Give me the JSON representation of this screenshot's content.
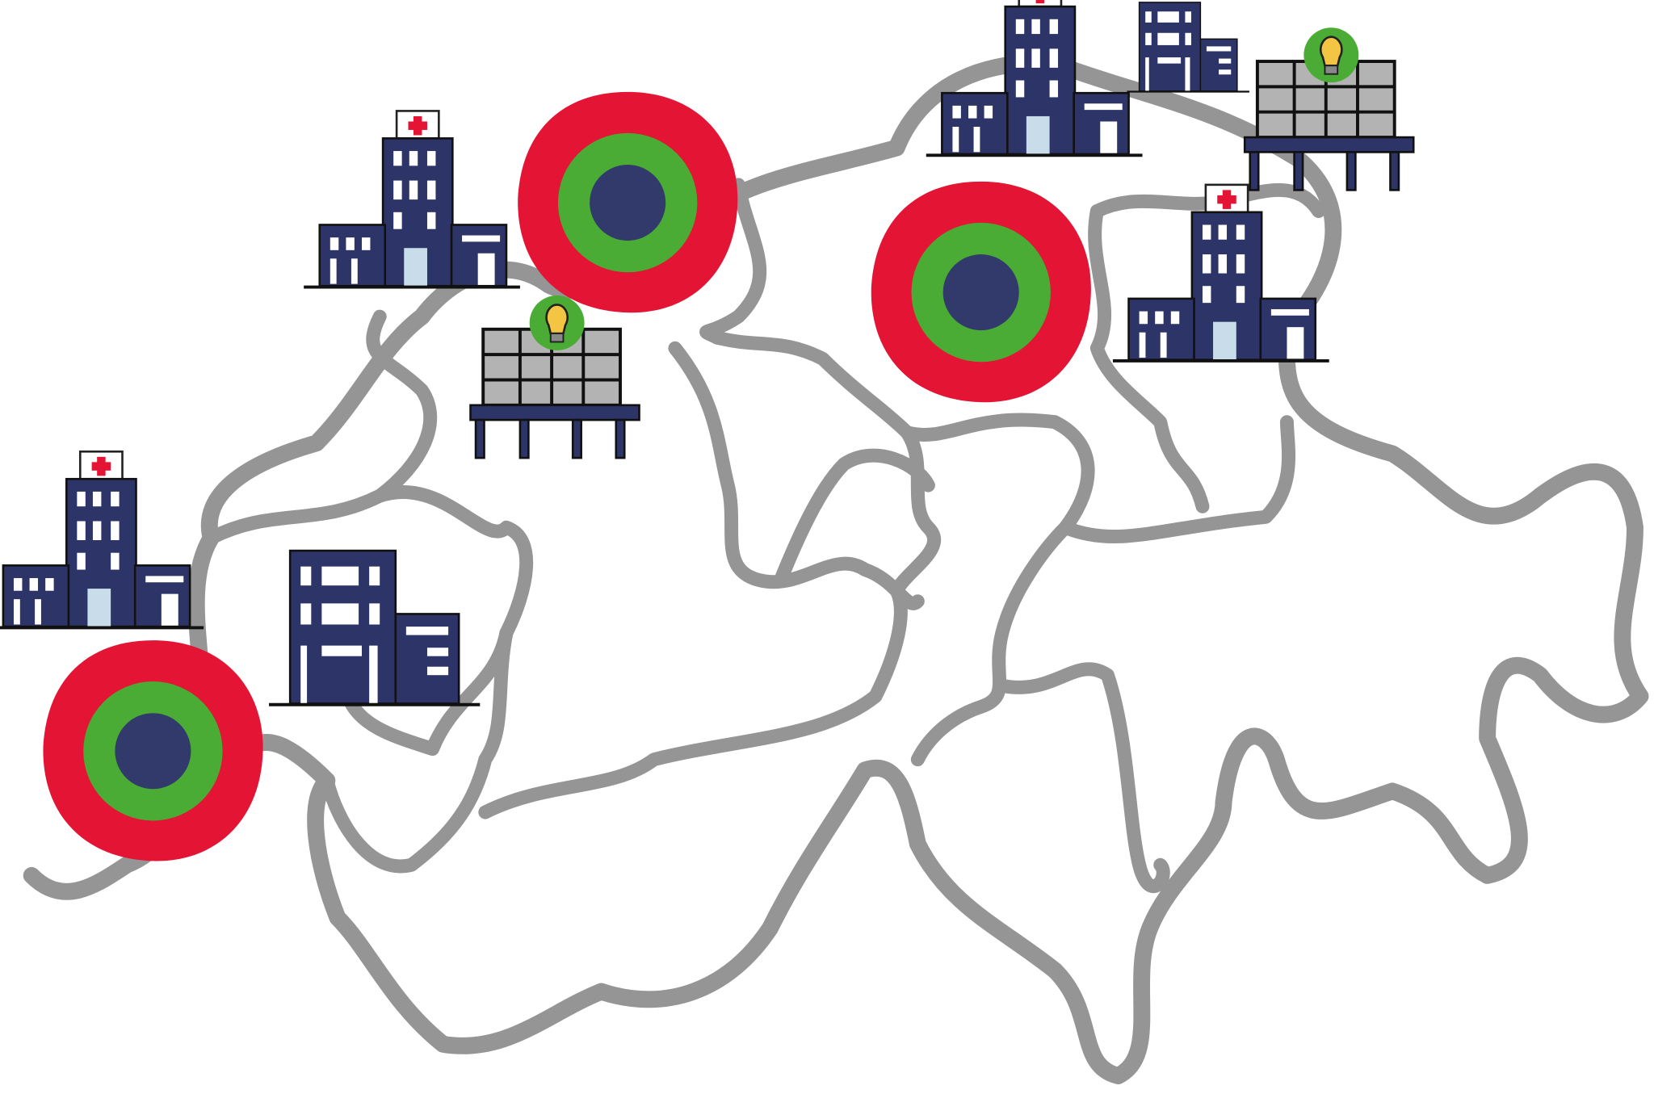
{
  "map": {
    "region_outline_color": "#959595",
    "markers": [
      {
        "type": "target",
        "icon": "target-icon"
      },
      {
        "type": "target",
        "icon": "target-icon"
      },
      {
        "type": "target",
        "icon": "target-icon"
      },
      {
        "type": "hospital",
        "icon": "hospital-icon"
      },
      {
        "type": "hospital",
        "icon": "hospital-icon"
      },
      {
        "type": "hospital",
        "icon": "hospital-icon"
      },
      {
        "type": "hospital",
        "icon": "hospital-icon"
      },
      {
        "type": "lab",
        "icon": "lightbulb-building-icon"
      },
      {
        "type": "lab",
        "icon": "lightbulb-building-icon"
      },
      {
        "type": "office",
        "icon": "office-building-icon"
      },
      {
        "type": "office",
        "icon": "office-building-icon"
      }
    ],
    "colors": {
      "target_outer": "#e31434",
      "target_middle": "#4aac34",
      "target_inner": "#323a6b",
      "building": "#2d3568",
      "lab_facade": "#b3b3b3",
      "cross": "#e31434",
      "bulb": "#f4c542"
    }
  }
}
